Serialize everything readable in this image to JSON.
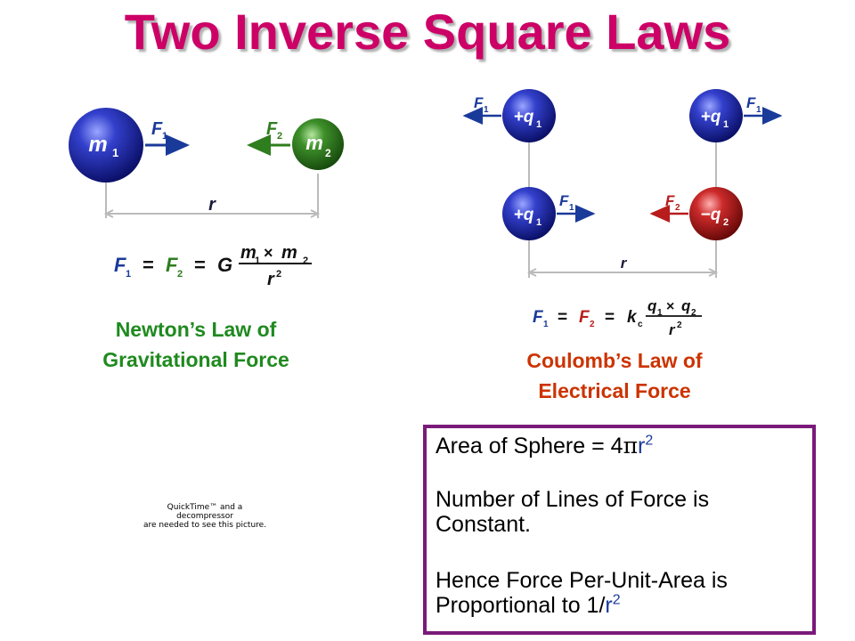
{
  "title": "Two Inverse Square Laws",
  "colors": {
    "title": "#cc0066",
    "newton": "#1f8a1f",
    "coulomb": "#cc3300",
    "box_border": "#7a1a7a"
  },
  "newton": {
    "mass1": "m",
    "mass1_sub": "1",
    "mass2": "m",
    "mass2_sub": "2",
    "force1": "F",
    "force1_sub": "1",
    "force2": "F",
    "force2_sub": "2",
    "distance": "r",
    "formula": {
      "f1": "F",
      "f1_sub": "1",
      "eq": "=",
      "f2": "F",
      "f2_sub": "2",
      "eq2": "=",
      "G": "G",
      "num_m1": "m",
      "num_m1_sub": "1",
      "times": "×",
      "num_m2": "m",
      "num_m2_sub": "2",
      "den": "r",
      "den_sup": "2"
    },
    "caption_line1": "Newton’s Law of",
    "caption_line2": "Gravitational Force"
  },
  "coulomb": {
    "charge_pos": "+q",
    "charge_pos_sub": "1",
    "charge_neg": "−q",
    "charge_neg_sub": "2",
    "force1": "F",
    "force1_sub": "1",
    "force2": "F",
    "force2_sub": "2",
    "distance": "r",
    "formula": {
      "f1": "F",
      "f1_sub": "1",
      "eq": "=",
      "f2": "F",
      "f2_sub": "2",
      "eq2": "=",
      "k": "k",
      "k_sub": "c",
      "num_q1": "q",
      "num_q1_sub": "1",
      "times": "×",
      "num_q2": "q",
      "num_q2_sub": "2",
      "den": "r",
      "den_sup": "2"
    },
    "caption_line1": "Coulomb’s Law of",
    "caption_line2": "Electrical Force"
  },
  "quicktime": {
    "line1": "QuickTime™ and a",
    "line2": "decompressor",
    "line3": "are needed to see this picture."
  },
  "box": {
    "area_label": "Area of Sphere = 4",
    "area_pi": "π",
    "area_r": "r",
    "area_sup": "2",
    "lines_text": "Number of Lines of Force is Constant.",
    "hence_text": "Hence Force Per-Unit-Area is Proportional  to 1/",
    "hence_r": "r",
    "hence_sup": "2"
  }
}
